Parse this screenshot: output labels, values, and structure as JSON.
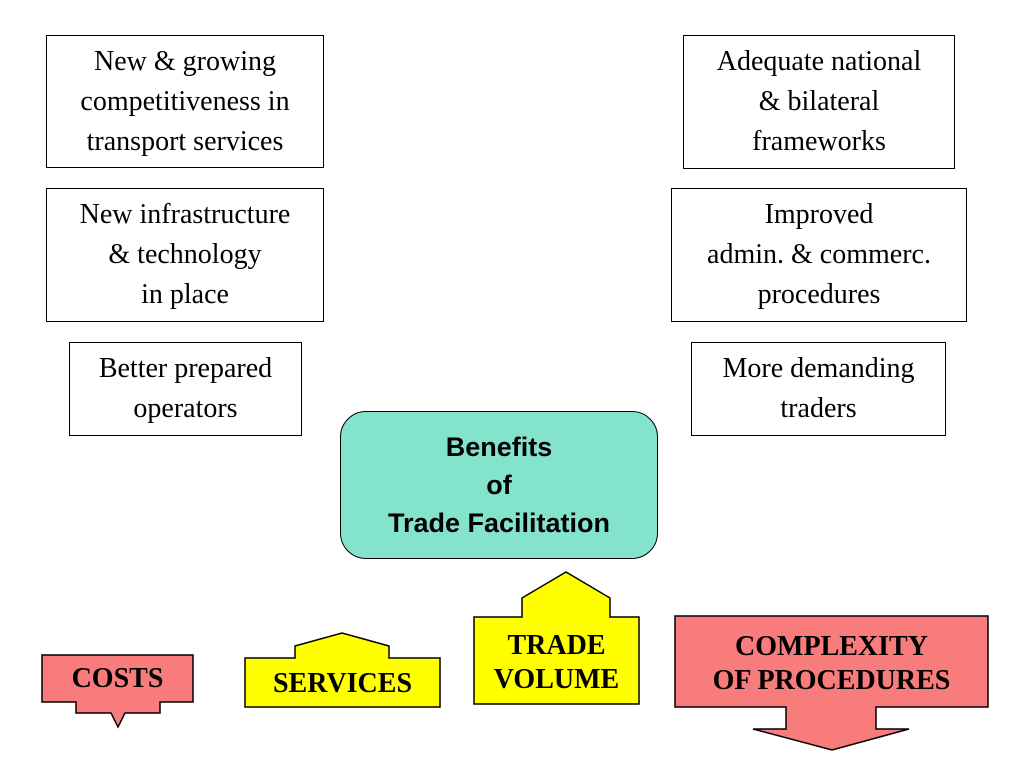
{
  "left_boxes": [
    {
      "lines": [
        "New & growing",
        "competitiveness in",
        "transport services"
      ]
    },
    {
      "lines": [
        "New infrastructure",
        "& technology",
        "in place"
      ]
    },
    {
      "lines": [
        "Better prepared",
        "operators"
      ]
    }
  ],
  "right_boxes": [
    {
      "lines": [
        "Adequate national",
        "& bilateral",
        "frameworks"
      ]
    },
    {
      "lines": [
        "Improved",
        "admin. & commerc.",
        "procedures"
      ]
    },
    {
      "lines": [
        "More demanding",
        "traders"
      ]
    }
  ],
  "center": {
    "lines": [
      "Benefits",
      "of",
      "Trade Facilitation"
    ],
    "color": "#83e3cd"
  },
  "indicators": [
    {
      "label_lines": [
        "COSTS"
      ],
      "direction": "down",
      "color": "#f87c7c"
    },
    {
      "label_lines": [
        "SERVICES"
      ],
      "direction": "up",
      "color": "#ffff00"
    },
    {
      "label_lines": [
        "TRADE",
        "VOLUME"
      ],
      "direction": "up",
      "color": "#ffff00"
    },
    {
      "label_lines": [
        "COMPLEXITY",
        "OF PROCEDURES"
      ],
      "direction": "down",
      "color": "#f87c7c"
    }
  ]
}
